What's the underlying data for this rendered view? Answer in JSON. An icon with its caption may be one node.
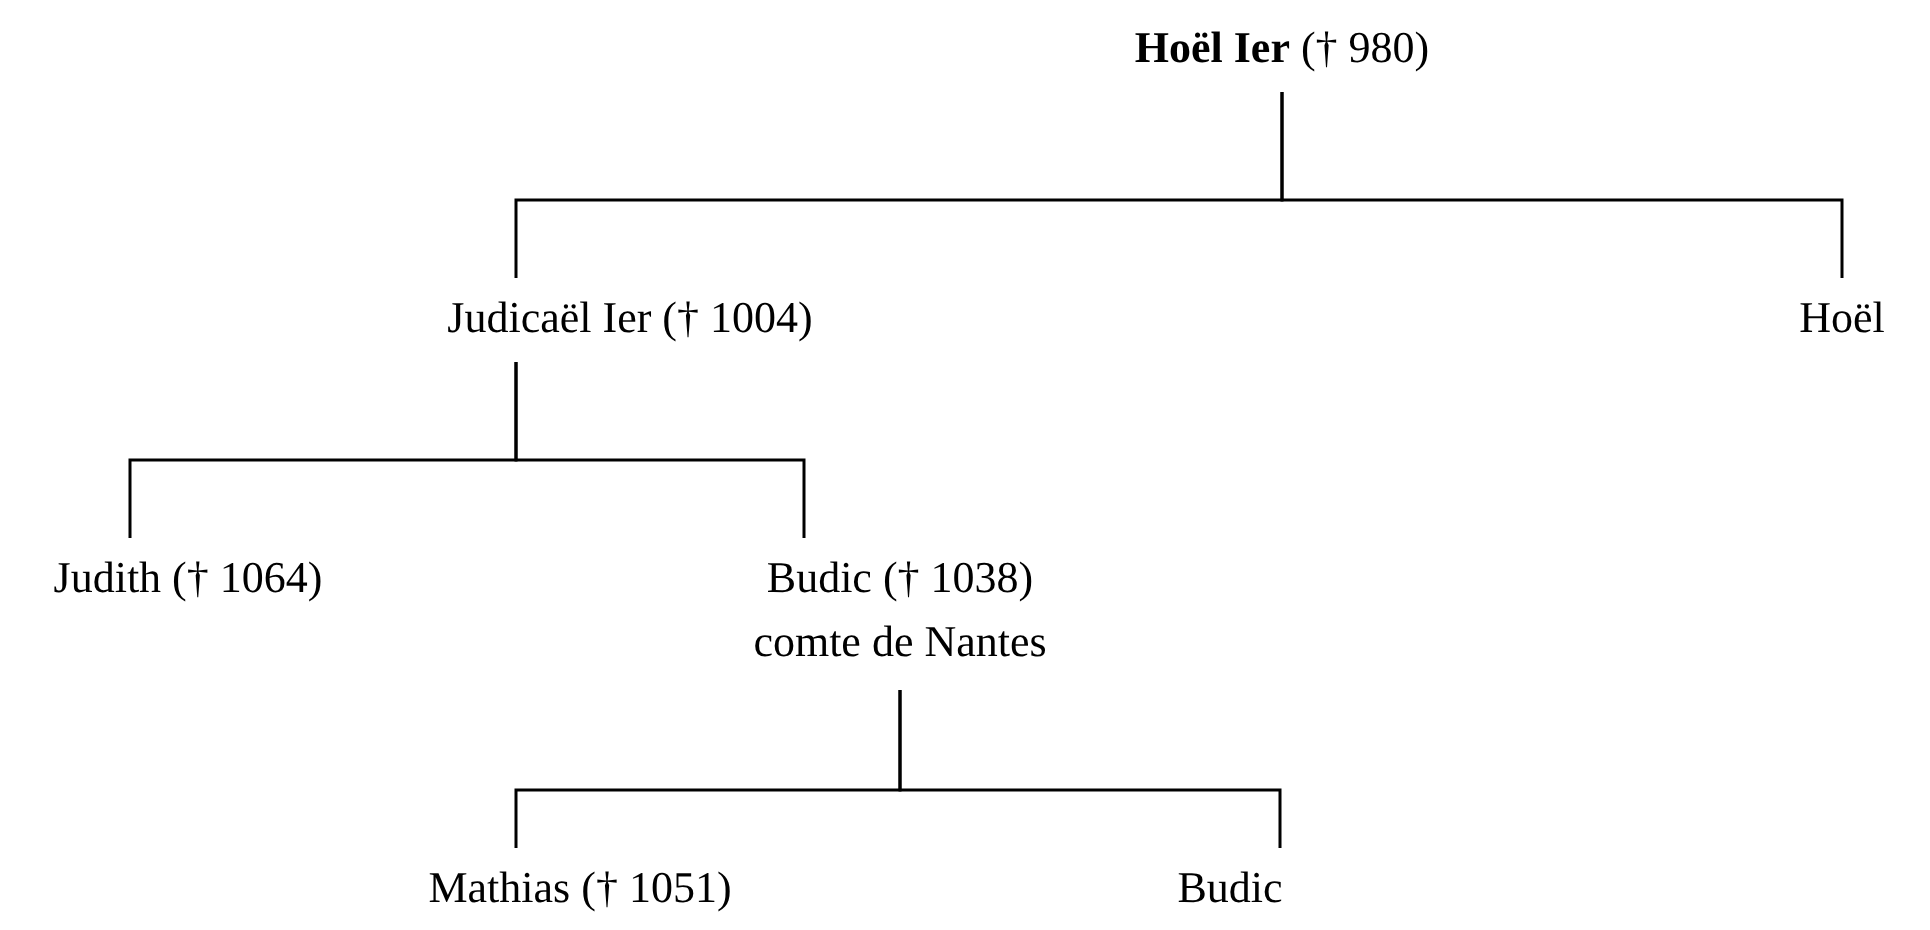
{
  "diagram": {
    "nodes": [
      {
        "text": [
          "**Hoël Ier** († 980)"
        ]
      },
      {
        "text": [
          "Judicaël Ier († 1004)"
        ]
      },
      {
        "text": [
          "Hoël"
        ]
      },
      {
        "text": [
          "Judith († 1064)"
        ]
      },
      {
        "text": [
          "Budic († 1038)",
          "comte de Nantes"
        ]
      },
      {
        "text": [
          "Mathias († 1051)"
        ]
      },
      {
        "text": [
          "Budic"
        ]
      }
    ],
    "edges": [
      {
        "from": 0,
        "to": 1,
        "arrow": "none"
      },
      {
        "from": 0,
        "to": 2,
        "arrow": "none"
      },
      {
        "from": 1,
        "to": 3,
        "arrow": "none"
      },
      {
        "from": 1,
        "to": 4,
        "arrow": "none"
      },
      {
        "from": 4,
        "to": 5,
        "arrow": "none"
      },
      {
        "from": 4,
        "to": 6,
        "arrow": "none"
      }
    ]
  }
}
